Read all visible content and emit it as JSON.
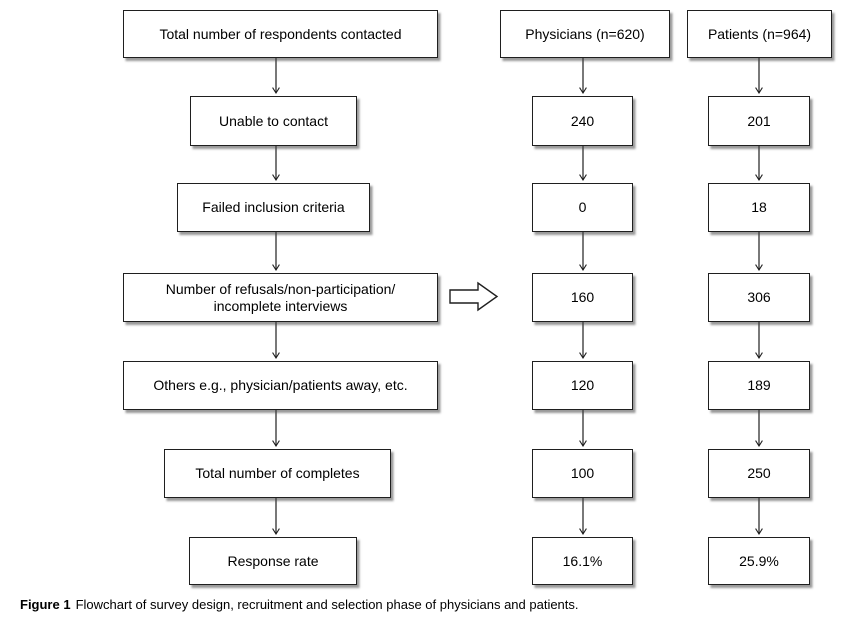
{
  "flow": {
    "physicians_header": "Physicians (n=620)",
    "patients_header": "Patients (n=964)",
    "stages": [
      {
        "label": "Total number of respondents contacted"
      },
      {
        "label": "Unable to contact",
        "physicians": "240",
        "patients": "201"
      },
      {
        "label": "Failed inclusion criteria",
        "physicians": "0",
        "patients": "18"
      },
      {
        "label": "Number of refusals/non-participation/\nincomplete interviews",
        "physicians": "160",
        "patients": "306"
      },
      {
        "label": "Others e.g., physician/patients away, etc.",
        "physicians": "120",
        "patients": "189"
      },
      {
        "label": "Total number of completes",
        "physicians": "100",
        "patients": "250"
      },
      {
        "label": "Response rate",
        "physicians": "16.1%",
        "patients": "25.9%"
      }
    ]
  },
  "caption": {
    "label": "Figure 1",
    "text": "Flowchart of survey design, recruitment and selection phase of physicians and patients."
  },
  "colors": {
    "box_border": "#1f1f1f",
    "box_fill": "#ffffff",
    "box_shadow": "#707070",
    "text": "#000000",
    "background": "#ffffff"
  }
}
